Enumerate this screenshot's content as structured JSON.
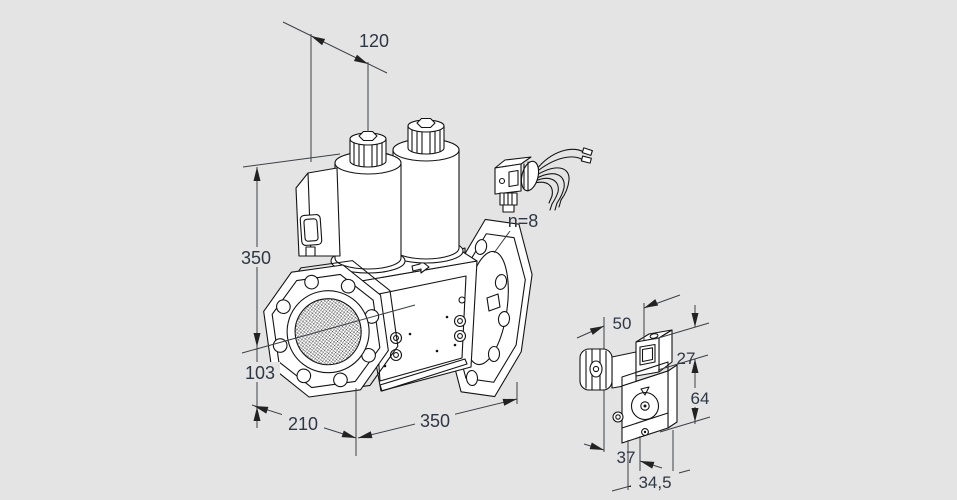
{
  "title": "Dual solenoid gas valve dimensional drawing",
  "colors": {
    "background": "#e4e4e4",
    "line_art": "#141414",
    "dimension_lines": "#3c3f45",
    "dimension_text": "#2e3744"
  },
  "main_view": {
    "name": "double-solenoid-valve-isometric-view",
    "dimensions": {
      "top_width": "120",
      "height": "350",
      "axis_to_bottom": "103",
      "depth": "210",
      "length": "350",
      "flange_holes": "n=8"
    }
  },
  "side_view": {
    "name": "pilot-valve-side-view",
    "dimensions": {
      "top_width": "50",
      "upper_height": "27",
      "lower_height": "64",
      "body_width": "37",
      "base_depth": "34,5"
    }
  }
}
